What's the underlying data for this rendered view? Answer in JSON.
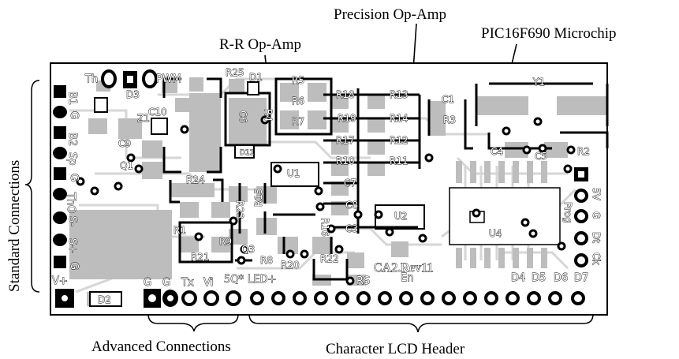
{
  "callouts": {
    "precision_opamp": "Precision Op-Amp",
    "rr_opamp": "R-R Op-Amp",
    "microchip": "PIC16F690 Microchip",
    "standard_connections": "Standard Connections",
    "advanced_connections": "Advanced Connections",
    "lcd_header": "Character LCD Header"
  },
  "board": {
    "revision": "CA2.Rev11",
    "left_pins": [
      "B1",
      "G",
      "B2",
      "Sp",
      "G",
      "ThO",
      "S-",
      "S+",
      "G"
    ],
    "bottom_left_labels": [
      "V+",
      "G",
      "G",
      "Tx",
      "Vi",
      "5Q*",
      "LED+"
    ],
    "lcd_labels": [
      "RS",
      "En",
      "D4",
      "D5",
      "D6",
      "D7"
    ],
    "right_labels": [
      "5V",
      "G",
      "Dt",
      "Ck",
      "Prog"
    ],
    "top_labels": [
      "Th",
      "PWM"
    ],
    "components": {
      "r25": "R25",
      "d1": "D1",
      "d3": "D3",
      "c10": "C10",
      "z1": "Z1",
      "c9": "C9",
      "q1": "Q1",
      "c6": "C6",
      "r4": "R4",
      "r5": "R5",
      "r6": "R6",
      "r7": "R7",
      "r18": "R18",
      "r19": "R19",
      "r17": "R17",
      "r10": "R10",
      "c7": "C7",
      "c8": "C8",
      "c3": "C3",
      "r16": "R16",
      "r13": "R13",
      "r14": "R14",
      "r12": "R12",
      "r11": "R11",
      "c1": "C1",
      "r3": "R3",
      "y1": "Y1",
      "c4": "C4",
      "c5": "C5",
      "r2": "R2",
      "u1": "U1",
      "u2": "U2",
      "u4": "U4",
      "r24": "R24",
      "r23": "R23",
      "r15": "R15",
      "r1": "R1",
      "r9": "R9",
      "r21": "R21",
      "q3": "Q3",
      "r8": "R8",
      "r20": "R20",
      "r22": "R22",
      "d2": "D2",
      "d11": "D11"
    }
  }
}
